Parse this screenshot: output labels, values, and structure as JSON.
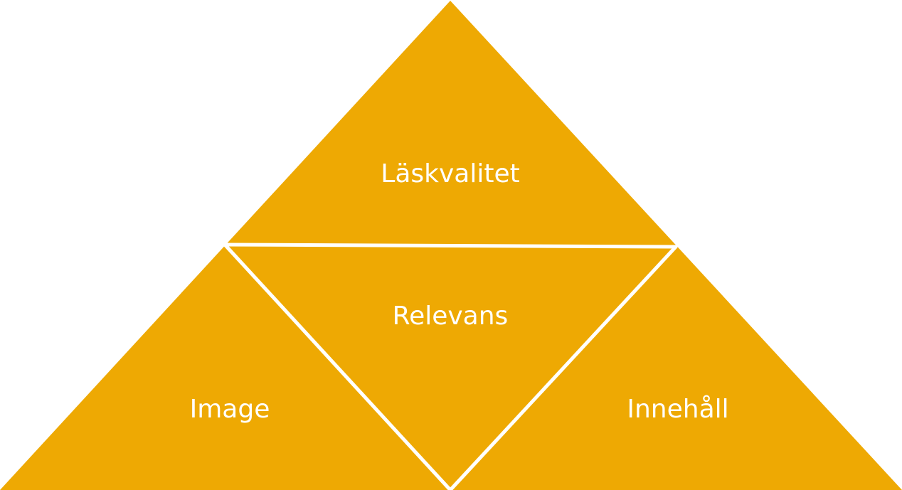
{
  "colors": {
    "fill": "#EEA903",
    "divider": "#FFFFFF",
    "label": "#FFFFFF",
    "background": "#FFFFFF"
  },
  "triangles": {
    "top": {
      "label": "Läskvalitet"
    },
    "center": {
      "label": "Relevans"
    },
    "left": {
      "label": "Image"
    },
    "right": {
      "label": "Innehåll"
    }
  }
}
